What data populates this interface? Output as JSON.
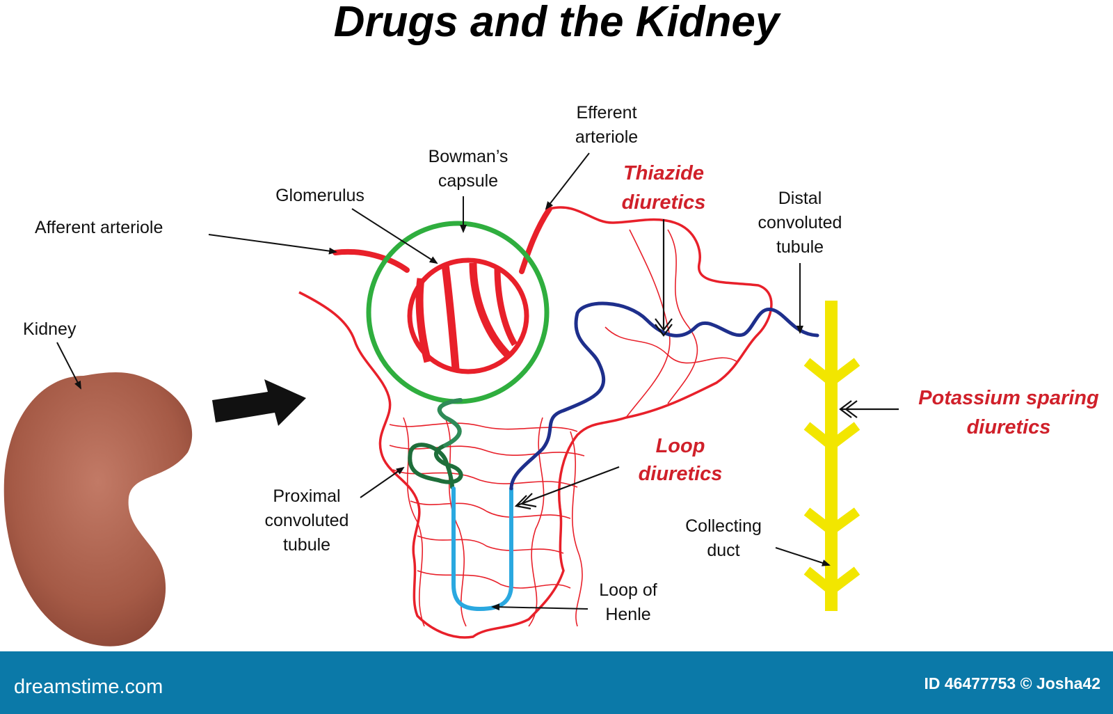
{
  "title": "Drugs and the Kidney",
  "labels": {
    "kidney": "Kidney",
    "afferent_arteriole": "Afferent arteriole",
    "glomerulus": "Glomerulus",
    "bowmans_capsule": [
      "Bowman’s",
      "capsule"
    ],
    "efferent_arteriole": [
      "Efferent",
      "arteriole"
    ],
    "distal_convoluted_tubule": [
      "Distal",
      "convoluted",
      "tubule"
    ],
    "proximal_convoluted_tubule": [
      "Proximal",
      "convoluted",
      "tubule"
    ],
    "loop_of_henle": [
      "Loop of",
      "Henle"
    ],
    "collecting_duct": [
      "Collecting",
      "duct"
    ]
  },
  "drugs": {
    "thiazide": [
      "Thiazide",
      "diuretics"
    ],
    "loop": [
      "Loop",
      "diuretics"
    ],
    "potassium_sparing": [
      "Potassium sparing",
      "diuretics"
    ]
  },
  "footer": {
    "site": "dreamstime.com",
    "credit": "ID 46477753 © Josha42"
  },
  "colors": {
    "blood_vessel": "#e8202a",
    "bowmans_capsule": "#2fae3e",
    "proximal_tubule": "#1e6e3a",
    "loop_of_henle": "#2aa8e0",
    "distal_tubule": "#1e2f8c",
    "collecting_duct": "#f2e600",
    "kidney": "#b5644f",
    "drug_text": "#d0202a",
    "footer_bar": "#0b79a8"
  }
}
